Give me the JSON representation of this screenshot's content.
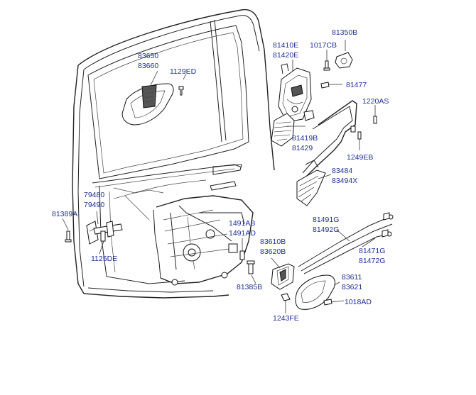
{
  "labels": {
    "p83650": "83650",
    "p83660": "83660",
    "p1129ED": "1129ED",
    "p81410E": "81410E",
    "p81420E": "81420E",
    "p81350B": "81350B",
    "p1017CB": "1017CB",
    "p81477": "81477",
    "p1220AS": "1220AS",
    "p81419B": "81419B",
    "p81429": "81429",
    "p1249EB": "1249EB",
    "p83484": "83484",
    "p83494X": "83494X",
    "p79480": "79480",
    "p79490": "79490",
    "p81389A": "81389A",
    "p1125DE": "1125DE",
    "p1491AB": "1491AB",
    "p1491AD": "1491AD",
    "p81491G": "81491G",
    "p81492G": "81492G",
    "p81471G": "81471G",
    "p81472G": "81472G",
    "p83610B": "83610B",
    "p83620B": "83620B",
    "p81385B": "81385B",
    "p83611": "83611",
    "p83621": "83621",
    "p1018AD": "1018AD",
    "p1243FE": "1243FE"
  },
  "colors": {
    "label": "#1f2f8f",
    "line": "#222222",
    "background": "#ffffff"
  }
}
